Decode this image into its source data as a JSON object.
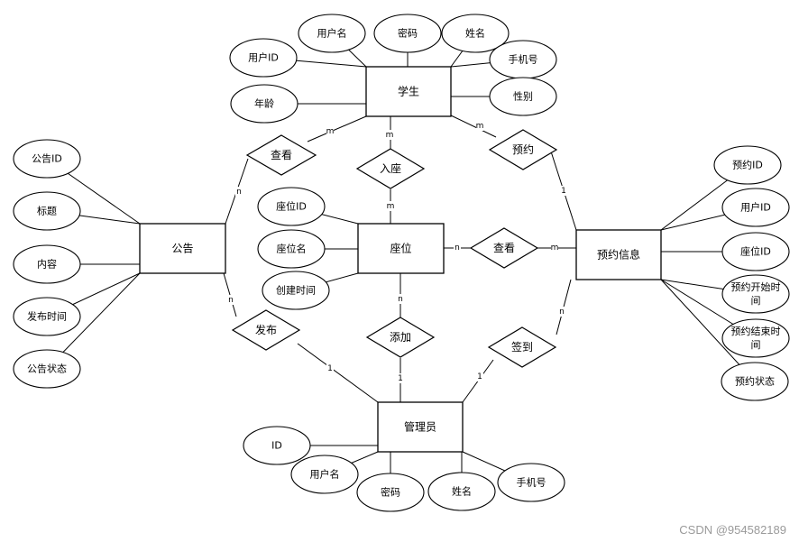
{
  "entities": [
    {
      "id": "student",
      "label": "学生"
    },
    {
      "id": "notice",
      "label": "公告"
    },
    {
      "id": "seat",
      "label": "座位"
    },
    {
      "id": "reservation",
      "label": "预约信息"
    },
    {
      "id": "admin",
      "label": "管理员"
    }
  ],
  "relationships": [
    {
      "id": "view_notice",
      "label": "查看"
    },
    {
      "id": "enter_seat",
      "label": "入座"
    },
    {
      "id": "reserve",
      "label": "预约"
    },
    {
      "id": "view_seat",
      "label": "查看"
    },
    {
      "id": "publish",
      "label": "发布"
    },
    {
      "id": "add",
      "label": "添加"
    },
    {
      "id": "checkin",
      "label": "签到"
    }
  ],
  "attributes": [
    {
      "id": "s_username",
      "entity": "student",
      "label": "用户名"
    },
    {
      "id": "s_password",
      "entity": "student",
      "label": "密码"
    },
    {
      "id": "s_name",
      "entity": "student",
      "label": "姓名"
    },
    {
      "id": "s_userid",
      "entity": "student",
      "label": "用户ID"
    },
    {
      "id": "s_phone",
      "entity": "student",
      "label": "手机号"
    },
    {
      "id": "s_age",
      "entity": "student",
      "label": "年龄"
    },
    {
      "id": "s_gender",
      "entity": "student",
      "label": "性别"
    },
    {
      "id": "n_id",
      "entity": "notice",
      "label": "公告ID"
    },
    {
      "id": "n_title",
      "entity": "notice",
      "label": "标题"
    },
    {
      "id": "n_content",
      "entity": "notice",
      "label": "内容"
    },
    {
      "id": "n_time",
      "entity": "notice",
      "label": "发布时间"
    },
    {
      "id": "n_status",
      "entity": "notice",
      "label": "公告状态"
    },
    {
      "id": "seat_id",
      "entity": "seat",
      "label": "座位ID"
    },
    {
      "id": "seat_name",
      "entity": "seat",
      "label": "座位名"
    },
    {
      "id": "seat_created",
      "entity": "seat",
      "label": "创建时间"
    },
    {
      "id": "r_id",
      "entity": "reservation",
      "label": "预约ID"
    },
    {
      "id": "r_userid",
      "entity": "reservation",
      "label": "用户ID"
    },
    {
      "id": "r_seatid",
      "entity": "reservation",
      "label": "座位ID"
    },
    {
      "id": "r_start",
      "entity": "reservation",
      "label": [
        "预约开始时",
        "间"
      ]
    },
    {
      "id": "r_end",
      "entity": "reservation",
      "label": [
        "预约结束时",
        "间"
      ]
    },
    {
      "id": "r_status",
      "entity": "reservation",
      "label": "预约状态"
    },
    {
      "id": "a_id",
      "entity": "admin",
      "label": "ID"
    },
    {
      "id": "a_username",
      "entity": "admin",
      "label": "用户名"
    },
    {
      "id": "a_password",
      "entity": "admin",
      "label": "密码"
    },
    {
      "id": "a_name",
      "entity": "admin",
      "label": "姓名"
    },
    {
      "id": "a_phone",
      "entity": "admin",
      "label": "手机号"
    }
  ],
  "connections": [
    {
      "from": "view_notice",
      "to": "student",
      "label": "m"
    },
    {
      "from": "view_notice",
      "to": "notice",
      "label": "n"
    },
    {
      "from": "enter_seat",
      "to": "student",
      "label": "m"
    },
    {
      "from": "enter_seat",
      "to": "seat",
      "label": "m"
    },
    {
      "from": "reserve",
      "to": "student",
      "label": "m"
    },
    {
      "from": "reserve",
      "to": "reservation",
      "label": "1"
    },
    {
      "from": "view_seat",
      "to": "seat",
      "label": "n"
    },
    {
      "from": "view_seat",
      "to": "reservation",
      "label": "m"
    },
    {
      "from": "publish",
      "to": "notice",
      "label": "n"
    },
    {
      "from": "publish",
      "to": "admin",
      "label": "1"
    },
    {
      "from": "add",
      "to": "seat",
      "label": "n"
    },
    {
      "from": "add",
      "to": "admin",
      "label": "1"
    },
    {
      "from": "checkin",
      "to": "reservation",
      "label": "n"
    },
    {
      "from": "checkin",
      "to": "admin",
      "label": "1"
    }
  ],
  "watermark": "CSDN @954582189"
}
